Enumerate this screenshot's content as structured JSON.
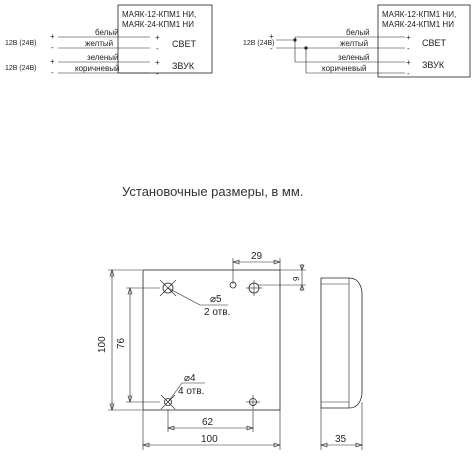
{
  "wiring_left": {
    "device_line1": "МАЯК-12-КПМ1 НИ,",
    "device_line2": "МАЯК-24-КПМ1 НИ",
    "supply1": "12В (24В)",
    "supply2": "12В (24В)",
    "plus": "+",
    "minus": "-",
    "wires": [
      "белый",
      "желтый",
      "зеленый",
      "коричневый"
    ],
    "svet": "СВЕТ",
    "zvuk": "ЗВУК"
  },
  "wiring_right": {
    "device_line1": "МАЯК-12-КПМ1 НИ,",
    "device_line2": "МАЯК-24-КПМ1 НИ",
    "supply": "12В (24В)",
    "plus": "+",
    "minus": "-",
    "wires": [
      "белый",
      "желтый",
      "зеленый",
      "коричневый"
    ],
    "svet": "СВЕТ",
    "zvuk": "ЗВУК"
  },
  "section_title": "Установочные размеры, в мм.",
  "dimensions": {
    "height_total": "100",
    "height_holes": "76",
    "width_holes": "62",
    "width_total": "100",
    "offset_top": "29",
    "offset_side": "9",
    "depth": "35",
    "hole_large_dia": "⌀5",
    "hole_large_count": "2 отв.",
    "hole_small_dia": "⌀4",
    "hole_small_count": "4 отв."
  }
}
